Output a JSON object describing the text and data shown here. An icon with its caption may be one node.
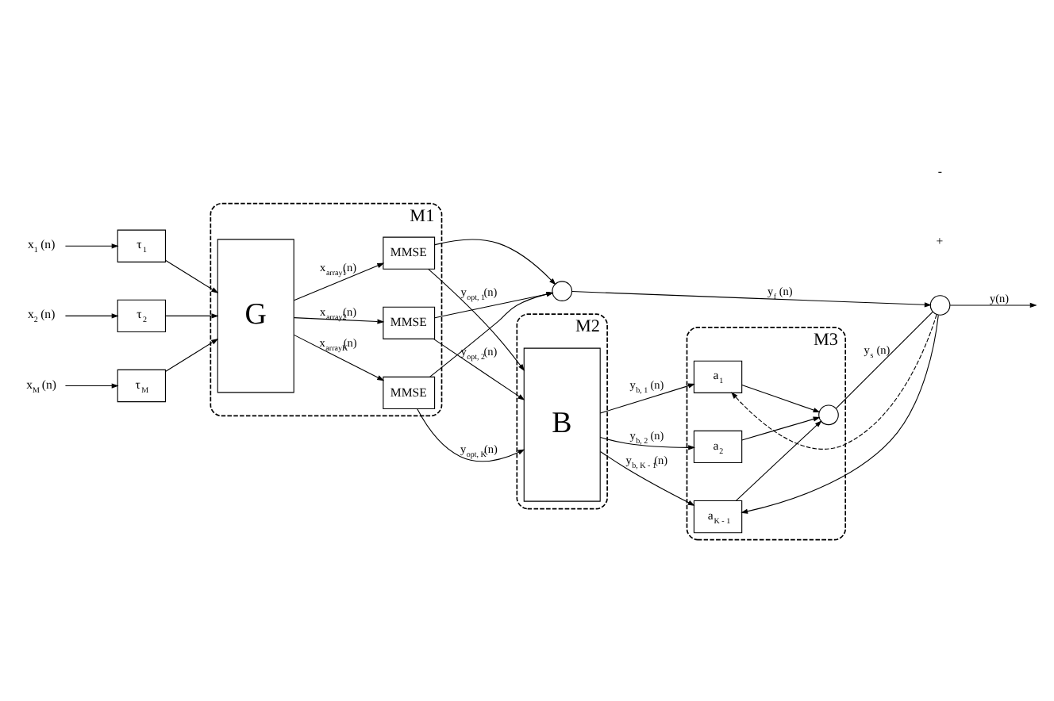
{
  "diagram": {
    "nodes": [
      {
        "text": [
          "M1"
        ]
      },
      {
        "text": [
          "x$_{1}$ (n)"
        ]
      },
      {
        "text": [
          "x$_{2}$ (n)"
        ]
      },
      {
        "text": [
          "x$_{M}$ (n)"
        ]
      },
      {
        "text": [
          "τ$_{1}$"
        ]
      },
      {
        "text": [
          "τ$_{2}$"
        ]
      },
      {
        "text": [
          "τ$_{M}$"
        ]
      },
      {
        "text": [
          "G"
        ],
        "in": 0
      },
      {
        "text": [
          "MMSE"
        ],
        "in": 0
      },
      {
        "text": [
          "MMSE"
        ],
        "in": 0
      },
      {
        "text": [
          "MMSE"
        ],
        "in": 0
      },
      {
        "text": [],
        "shape": "circle"
      },
      {
        "text": [],
        "shape": "circle"
      },
      {
        "text": [
          "M2"
        ]
      },
      {
        "text": [
          "B"
        ],
        "in": 13
      },
      {
        "text": [
          "M3"
        ]
      },
      {
        "text": [
          "a$_{1}$"
        ],
        "in": 15
      },
      {
        "text": [
          "a$_{2}$"
        ],
        "in": 15
      },
      {
        "text": [
          "a$_{K - 1}$"
        ],
        "in": 15
      },
      {
        "text": [],
        "shape": "circle",
        "in": 15
      }
    ],
    "edges": [
      {
        "from": 1,
        "to": 4,
        "arrow": "to"
      },
      {
        "from": 2,
        "to": 5,
        "arrow": "to"
      },
      {
        "from": 3,
        "to": 6,
        "arrow": "to"
      },
      {
        "from": 4,
        "to": 7,
        "arrow": "to"
      },
      {
        "from": 5,
        "to": 7,
        "arrow": "to"
      },
      {
        "from": 6,
        "to": 7,
        "arrow": "to"
      },
      {
        "from": 7,
        "to": 8,
        "arrow": "to",
        "label": "x$_{array1}$(n)"
      },
      {
        "from": 7,
        "to": 9,
        "arrow": "to",
        "label": "x$_{array2}$(n)"
      },
      {
        "from": 7,
        "to": 10,
        "arrow": "to",
        "label": "x$_{arrayK}$(n)"
      },
      {
        "from": 8,
        "to": 11,
        "arrow": "to"
      },
      {
        "from": 9,
        "to": 11,
        "arrow": "to"
      },
      {
        "from": 10,
        "to": 11,
        "arrow": "to"
      },
      {
        "from": 11,
        "to": 12,
        "arrow": "to",
        "label": "y$_{f}$ (n)"
      },
      {
        "from": 12,
        "to": null,
        "arrow": "to",
        "label": "y(n)"
      },
      {
        "from": 8,
        "to": 14,
        "arrow": "to",
        "label": "y$_{opt, 1}$(n)"
      },
      {
        "from": 9,
        "to": 14,
        "arrow": "to",
        "label": "y$_{opt, 2}$(n)"
      },
      {
        "from": 10,
        "to": 14,
        "arrow": "to",
        "label": "y$_{opt, K}$(n)"
      },
      {
        "from": 14,
        "to": 16,
        "arrow": "to",
        "label": "y$_{b, 1}$ (n)"
      },
      {
        "from": 14,
        "to": 17,
        "arrow": "to",
        "label": "y$_{b, 2}$ (n)"
      },
      {
        "from": 14,
        "to": 18,
        "arrow": "to",
        "label": "y$_{b, K - 1}$(n)"
      },
      {
        "from": 16,
        "to": 19,
        "arrow": "to"
      },
      {
        "from": 17,
        "to": 19,
        "arrow": "to"
      },
      {
        "from": 18,
        "to": 19,
        "arrow": "to"
      },
      {
        "from": 19,
        "to": 12,
        "arrow": "none",
        "label": "y$_{s}$ (n)"
      },
      {
        "from": 12,
        "to": 18,
        "arrow": "to"
      },
      {
        "from": 12,
        "to": 16,
        "arrow": "to",
        "style": "dashed"
      }
    ],
    "labels": [
      "+",
      "-"
    ]
  }
}
